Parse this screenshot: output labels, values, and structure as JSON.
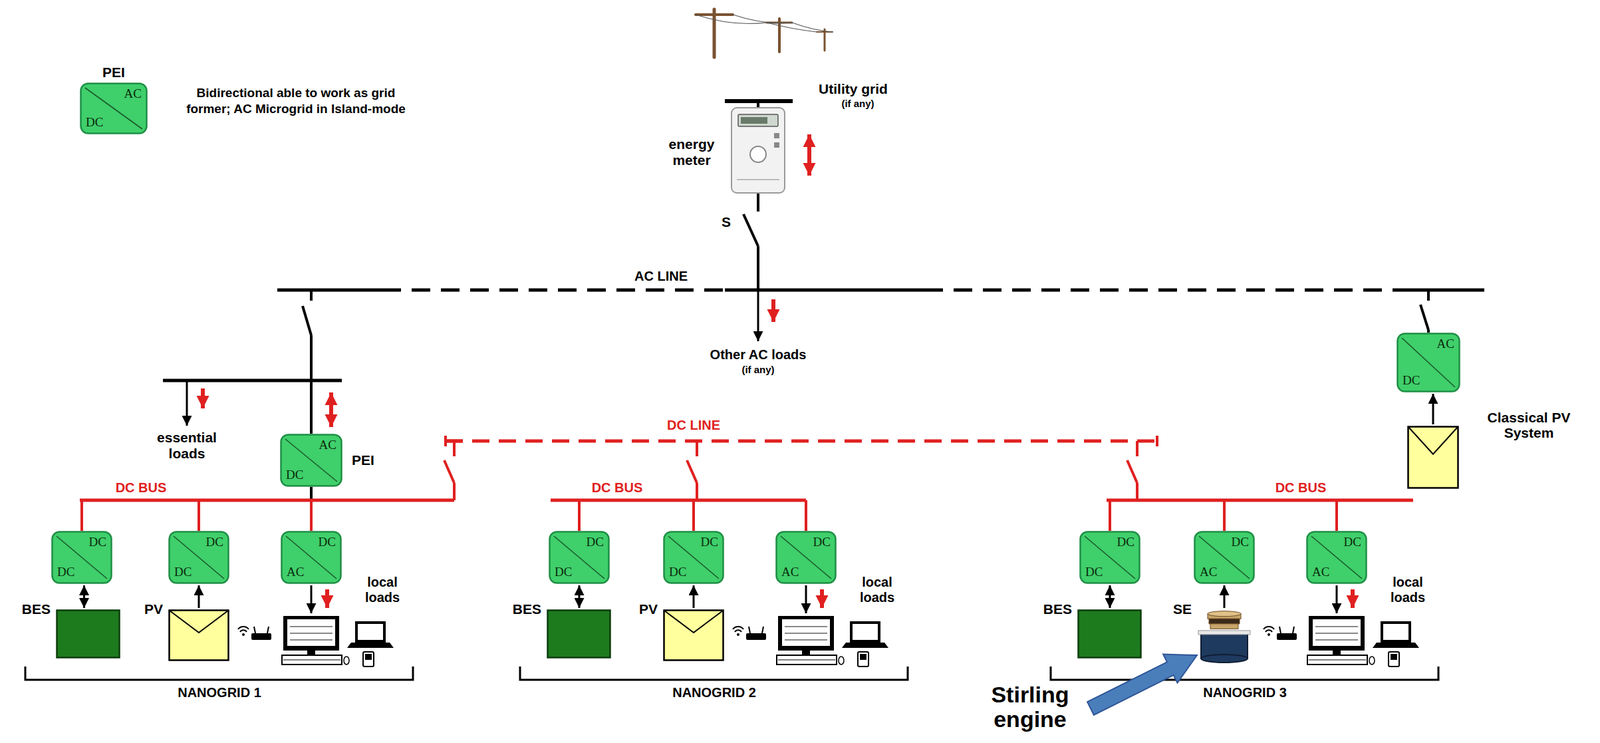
{
  "diagram": {
    "nodes": [
      {
        "text": [
          "PEI",
          "AC",
          "DC"
        ]
      },
      {
        "text": [
          "AC",
          "DC",
          "PEI"
        ]
      },
      {
        "text": [
          "AC",
          "DC"
        ]
      },
      {
        "text": [
          "Classical PV System"
        ]
      },
      {
        "text": [
          "DC",
          "DC"
        ]
      },
      {
        "text": [
          "DC",
          "DC"
        ]
      },
      {
        "text": [
          "DC",
          "AC"
        ]
      },
      {
        "text": [
          "BES"
        ]
      },
      {
        "text": [
          "PV"
        ]
      },
      {
        "text": [
          "DC",
          "DC"
        ]
      },
      {
        "text": [
          "DC",
          "DC"
        ]
      },
      {
        "text": [
          "DC",
          "AC"
        ]
      },
      {
        "text": [
          "BES"
        ]
      },
      {
        "text": [
          "PV"
        ]
      },
      {
        "text": [
          "DC",
          "DC"
        ]
      },
      {
        "text": [
          "DC",
          "AC"
        ]
      },
      {
        "text": [
          "DC",
          "AC"
        ]
      },
      {
        "text": [
          "BES"
        ]
      },
      {
        "text": [
          "SE"
        ]
      }
    ],
    "edges": [
      {
        "from": 3,
        "to": 2,
        "arrow": "to"
      },
      {
        "from": 7,
        "to": 4,
        "arrow": "both"
      },
      {
        "from": 8,
        "to": 5,
        "arrow": "to"
      },
      {
        "from": 12,
        "to": 9,
        "arrow": "both"
      },
      {
        "from": 13,
        "to": 10,
        "arrow": "to"
      },
      {
        "from": 17,
        "to": 14,
        "arrow": "both"
      },
      {
        "from": 18,
        "to": 15,
        "arrow": "to"
      }
    ],
    "labels": [
      "Utility grid",
      "(if any)",
      "energy meter",
      "S",
      "AC LINE",
      "Other AC loads",
      "(if any)",
      "essential loads",
      "DC LINE",
      "DC BUS",
      "DC BUS",
      "DC BUS",
      "local loads",
      "local loads",
      "local loads",
      "NANOGRID 1",
      "NANOGRID 2",
      "NANOGRID 3",
      "Stirling engine"
    ],
    "legend": [
      {
        "text": "Bidirectional able to work as grid former; AC Microgrid in Island-mode"
      }
    ]
  }
}
